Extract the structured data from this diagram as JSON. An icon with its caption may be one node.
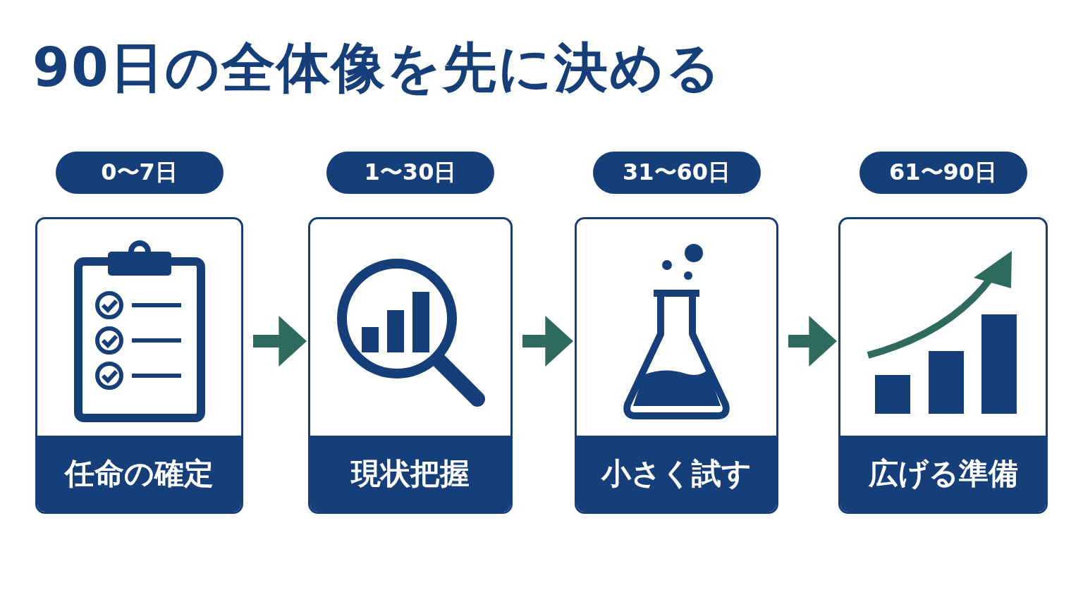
{
  "diagram": {
    "title": "90日の全体像を先に決める",
    "nodes": [
      {
        "text": [
          "任命の確定"
        ],
        "beside": [
          "0〜7日"
        ]
      },
      {
        "text": [
          "現状把握"
        ],
        "beside": [
          "1〜30日"
        ]
      },
      {
        "text": [
          "小さく試す"
        ],
        "beside": [
          "31〜60日"
        ]
      },
      {
        "text": [
          "広げる準備"
        ],
        "beside": [
          "61〜90日"
        ]
      }
    ],
    "edges": [
      {
        "from": 0,
        "to": 1,
        "arrow": "to"
      },
      {
        "from": 1,
        "to": 2,
        "arrow": "to"
      },
      {
        "from": 2,
        "to": 3,
        "arrow": "to"
      }
    ]
  }
}
